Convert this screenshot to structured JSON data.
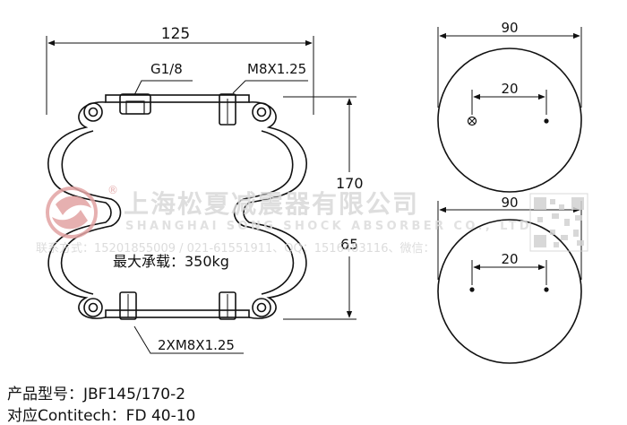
{
  "side_view": {
    "width_label": "125",
    "height_label": "170",
    "waist_label": "65",
    "top_left_port": "G1/8",
    "top_right_port": "M8X1.25",
    "bottom_ports": "2XM8X1.25",
    "max_load": "最大承载：350kg"
  },
  "top_plate": {
    "diameter_label": "90",
    "hole_spacing_label": "20"
  },
  "bottom_plate": {
    "diameter_label": "90",
    "hole_spacing_label": "20"
  },
  "watermark": {
    "company_zh": "上海松夏减震器有限公司",
    "company_en": "SHANGHAI SONG SHOCK ABSORBER CO., LTD",
    "contact": "联系方式：15201855009 / 021-61551911、QQ：1516483116、微信：",
    "registered_mark": "®"
  },
  "product": {
    "model_line": "产品型号：JBF145/170-2",
    "cross_ref_line": "对应Contitech：FD 40-10"
  },
  "colors": {
    "line": "#111111",
    "watermark": "#d9d9d9",
    "logo_red": "#e2a3a3"
  }
}
